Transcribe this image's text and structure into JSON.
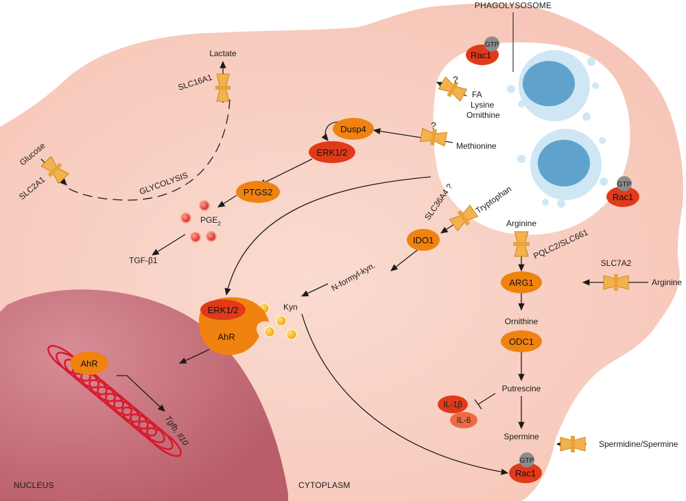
{
  "compartments": {
    "phagolysosome": "PHAGOLYSOSOME",
    "nucleus": "NUCLEUS",
    "cytoplasm": "CYTOPLASM"
  },
  "transporters": {
    "slc16a1": "SLC16A1",
    "slc2a1": "SLC2A1",
    "slc36a4": "SLC36A4 ?",
    "pqlc2": "PQLC2/SLC661",
    "slc7a2": "SLC7A2"
  },
  "metabolites": {
    "lactate": "Lactate",
    "glucose": "Glucose",
    "glycolysis": "GLYCOLYSIS",
    "fa": "FA",
    "lysine": "Lysine",
    "ornithine_in": "Ornithine",
    "methionine": "Methionine",
    "tryptophan": "Tryptophan",
    "arginine_in": "Arginine",
    "arginine_out": "Arginine",
    "pge2_base": "PGE",
    "pge2_sub": "2",
    "tgfb1": "TGF-β1",
    "n_formyl_kyn": "N-formyl-kyn.",
    "kyn": "Kyn",
    "ornithine": "Ornithine",
    "putrescine": "Putrescine",
    "spermine": "Spermine",
    "spermidine_spermine": "Spermidine/Spermine",
    "q1": "?",
    "q2": "?"
  },
  "enzymes": {
    "dusp4": "Dusp4",
    "erk12_top": "ERK1/2",
    "ptgs2": "PTGS2",
    "ido1": "IDO1",
    "erk12_complex": "ERK1/2",
    "ahr_complex": "AhR",
    "ahr_nucleus": "AhR",
    "arg1": "ARG1",
    "odc1": "ODC1",
    "il1b": "IL-1β",
    "il6": "IL-6",
    "rac1_top": "Rac1",
    "rac1_right": "Rac1",
    "rac1_bottom": "Rac1",
    "gtp_top": "GTP",
    "gtp_right": "GTP",
    "gtp_bottom": "GTP"
  },
  "genes": {
    "targets": "Tgfb, Il10"
  },
  "colors": {
    "cell": "#f8cdbf",
    "nucleus": "#c7727d",
    "orange_enzyme": "#f0820f",
    "red_enzyme": "#e03a1a",
    "transporter": "#f3b24e",
    "gtp": "#8c8c8c",
    "vacuole": "#a9d3ec"
  }
}
